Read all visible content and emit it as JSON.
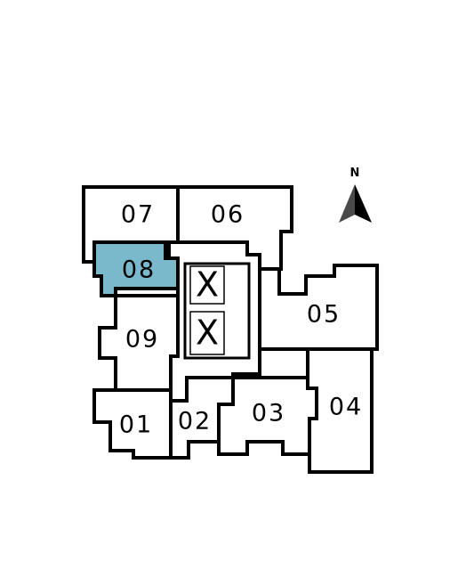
{
  "compass": {
    "north_label": "N",
    "icon": "north-arrow-icon"
  },
  "units": [
    {
      "id": "07",
      "label": "07",
      "selected": false
    },
    {
      "id": "06",
      "label": "06",
      "selected": false
    },
    {
      "id": "08",
      "label": "08",
      "selected": true
    },
    {
      "id": "09",
      "label": "09",
      "selected": false
    },
    {
      "id": "05",
      "label": "05",
      "selected": false
    },
    {
      "id": "04",
      "label": "04",
      "selected": false
    },
    {
      "id": "03",
      "label": "03",
      "selected": false
    },
    {
      "id": "02",
      "label": "02",
      "selected": false
    },
    {
      "id": "01",
      "label": "01",
      "selected": false
    }
  ],
  "core": {
    "elevators": [
      {
        "label": "X"
      },
      {
        "label": "X"
      }
    ]
  },
  "colors": {
    "selected_fill": "#7ab8cc",
    "outline": "#000000",
    "background": "#ffffff"
  }
}
